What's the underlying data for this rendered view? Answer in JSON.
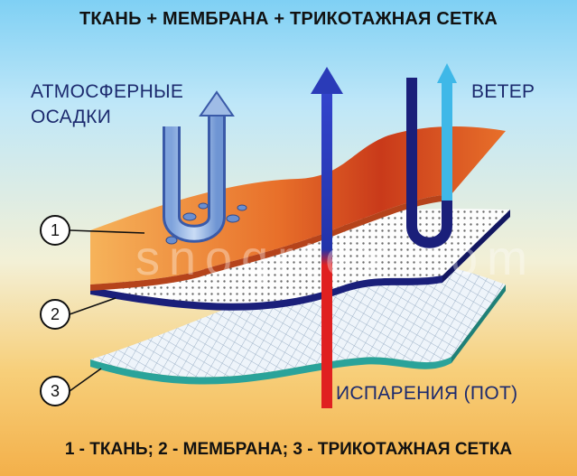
{
  "title": "ТКАНЬ + МЕМБРАНА + ТРИКОТАЖНАЯ СЕТКА",
  "labels": {
    "precipitation_line1": "АТМОСФЕРНЫЕ",
    "precipitation_line2": "ОСАДКИ",
    "wind": "ВЕТЕР",
    "evaporation": "ИСПАРЕНИЯ (ПОТ)"
  },
  "layers": [
    {
      "number": "1"
    },
    {
      "number": "2"
    },
    {
      "number": "3"
    }
  ],
  "footer": "1 - ТКАНЬ;  2 - МЕМБРАНА;  3 - ТРИКОТАЖНАЯ СЕТКА",
  "watermark": "snoqrtex.com",
  "colors": {
    "fabric": "#e8702a",
    "membrane_edge": "#1a1f7a",
    "mesh_edge": "#2aa39a",
    "vapor_arrow": "#2233aa",
    "vapor_arrow_low": "#e02020",
    "wind_arrow": "#1a1f7a",
    "wind_arrow_light": "#3fb8e8"
  }
}
